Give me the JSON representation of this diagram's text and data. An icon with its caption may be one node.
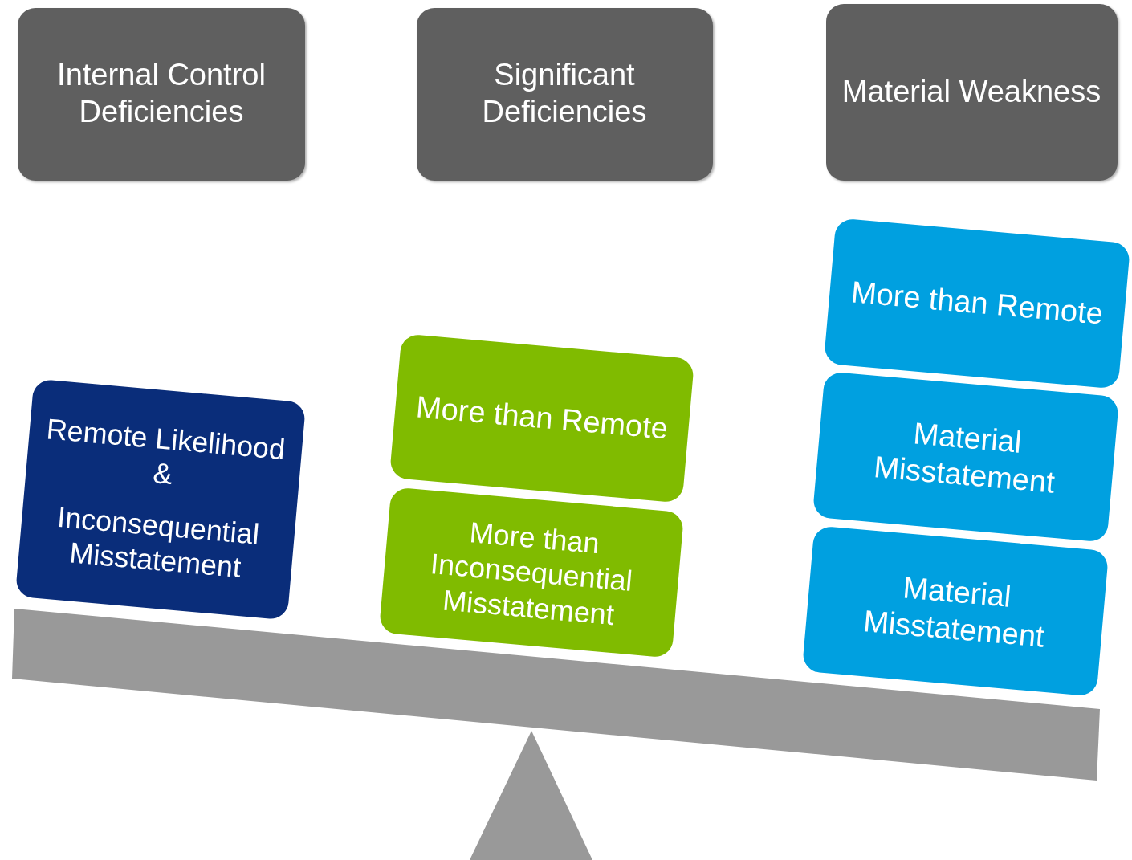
{
  "diagram": {
    "nodes": [
      {
        "text": [
          "Internal Control Deficiencies"
        ]
      },
      {
        "text": [
          "Significant Deficiencies"
        ]
      },
      {
        "text": [
          "Material Weakness"
        ]
      },
      {
        "text": [
          "Remote Likelihood &",
          "Inconsequential Misstatement"
        ]
      },
      {
        "text": [
          "More than Remote"
        ]
      },
      {
        "text": [
          "More than Inconsequential Misstatement"
        ]
      },
      {
        "text": [
          "More than Remote"
        ]
      },
      {
        "text": [
          "Material Misstatement"
        ]
      },
      {
        "text": [
          "Material Misstatement"
        ]
      }
    ]
  }
}
